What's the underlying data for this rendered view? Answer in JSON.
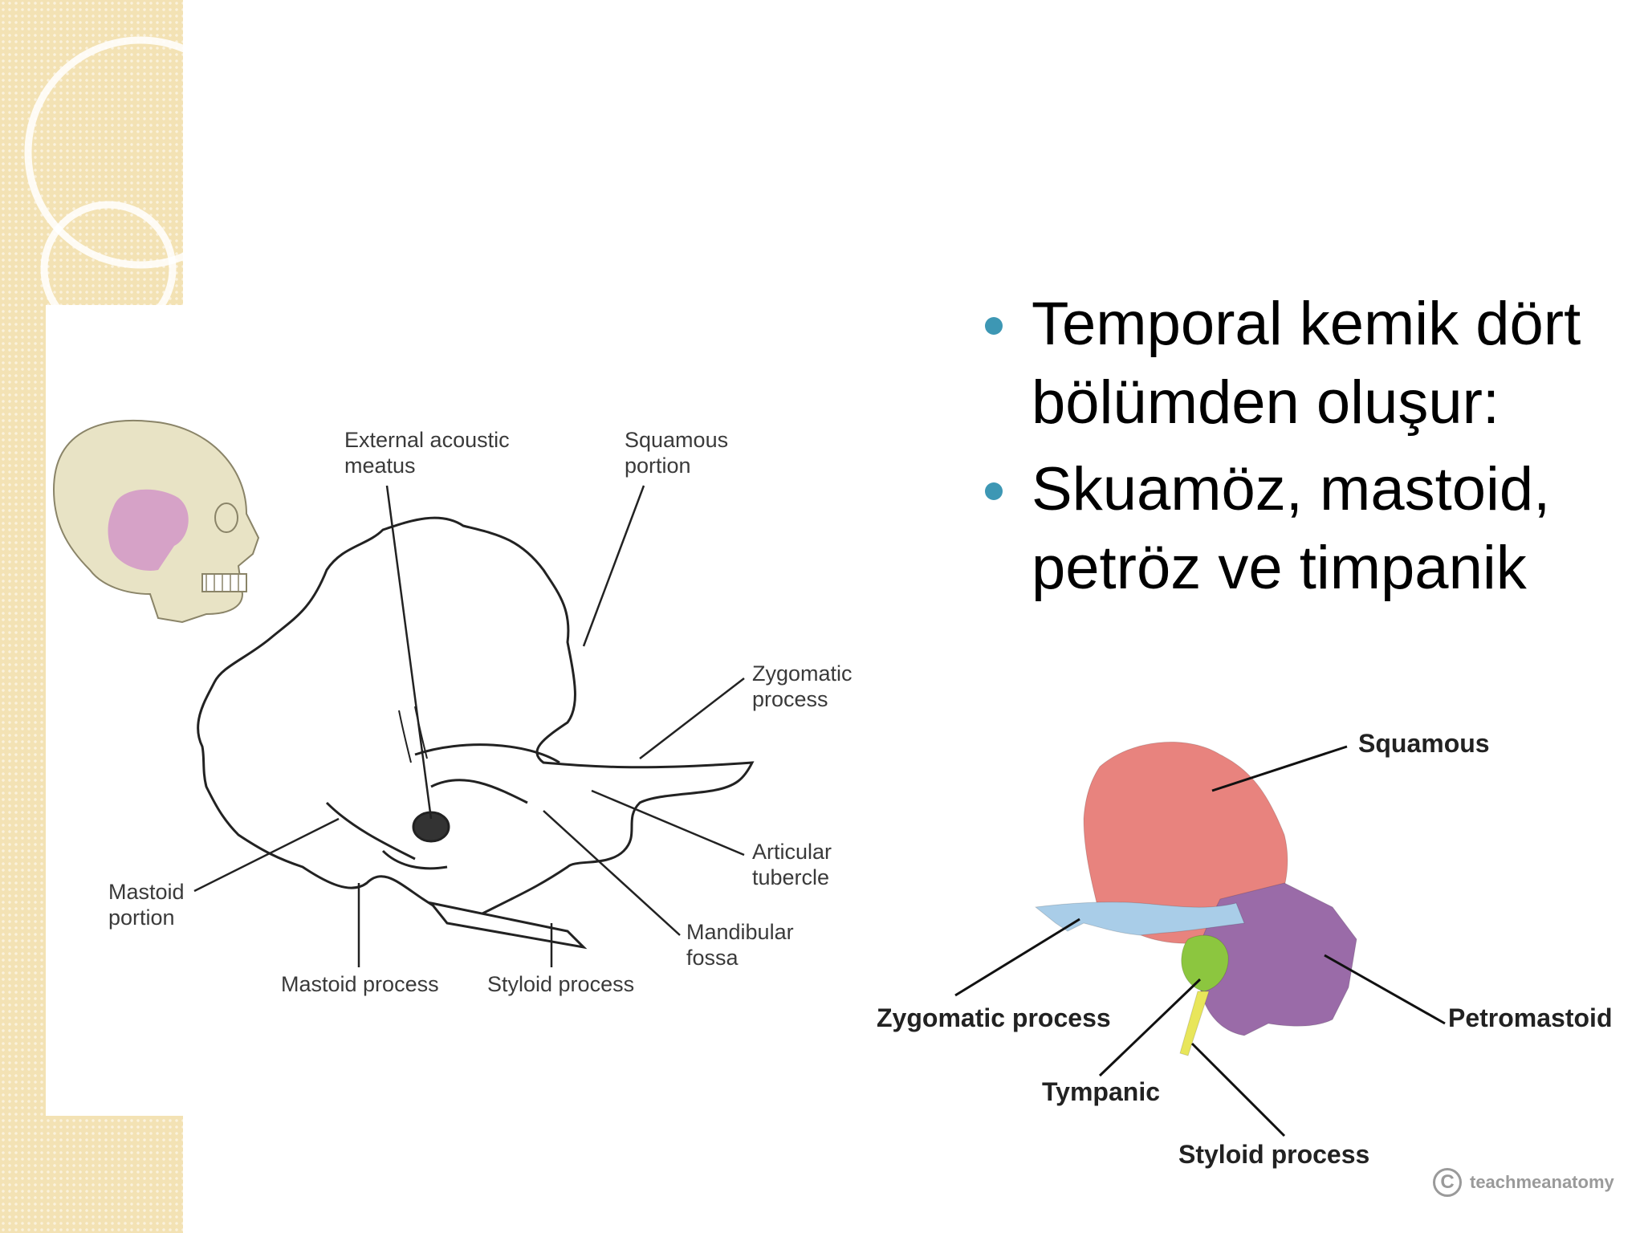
{
  "bullets": [
    {
      "text": "Temporal kemik dört bölümden oluşur:"
    },
    {
      "text": "Skuamöz, mastoid, petröz ve timpanik"
    }
  ],
  "left_figure": {
    "labels": {
      "external_acoustic_meatus": "External acoustic\nmeatus",
      "squamous_portion": "Squamous\nportion",
      "zygomatic_process": "Zygomatic\nprocess",
      "articular_tubercle": "Articular\ntubercle",
      "mandibular_fossa": "Mandibular\nfossa",
      "mastoid_portion": "Mastoid\nportion",
      "mastoid_process": "Mastoid process",
      "styloid_process": "Styloid process"
    }
  },
  "right_figure": {
    "labels": {
      "squamous": "Squamous",
      "zygomatic_process": "Zygomatic process",
      "petromastoid": "Petromastoid",
      "tympanic": "Tympanic",
      "styloid_process": "Styloid process"
    },
    "colors": {
      "squamous": "#e8837e",
      "zygomatic": "#a9cde8",
      "petromastoid": "#9a6ba8",
      "tympanic": "#8cc63f",
      "styloid": "#e8e65a"
    },
    "credit": "teachmeanatomy"
  }
}
